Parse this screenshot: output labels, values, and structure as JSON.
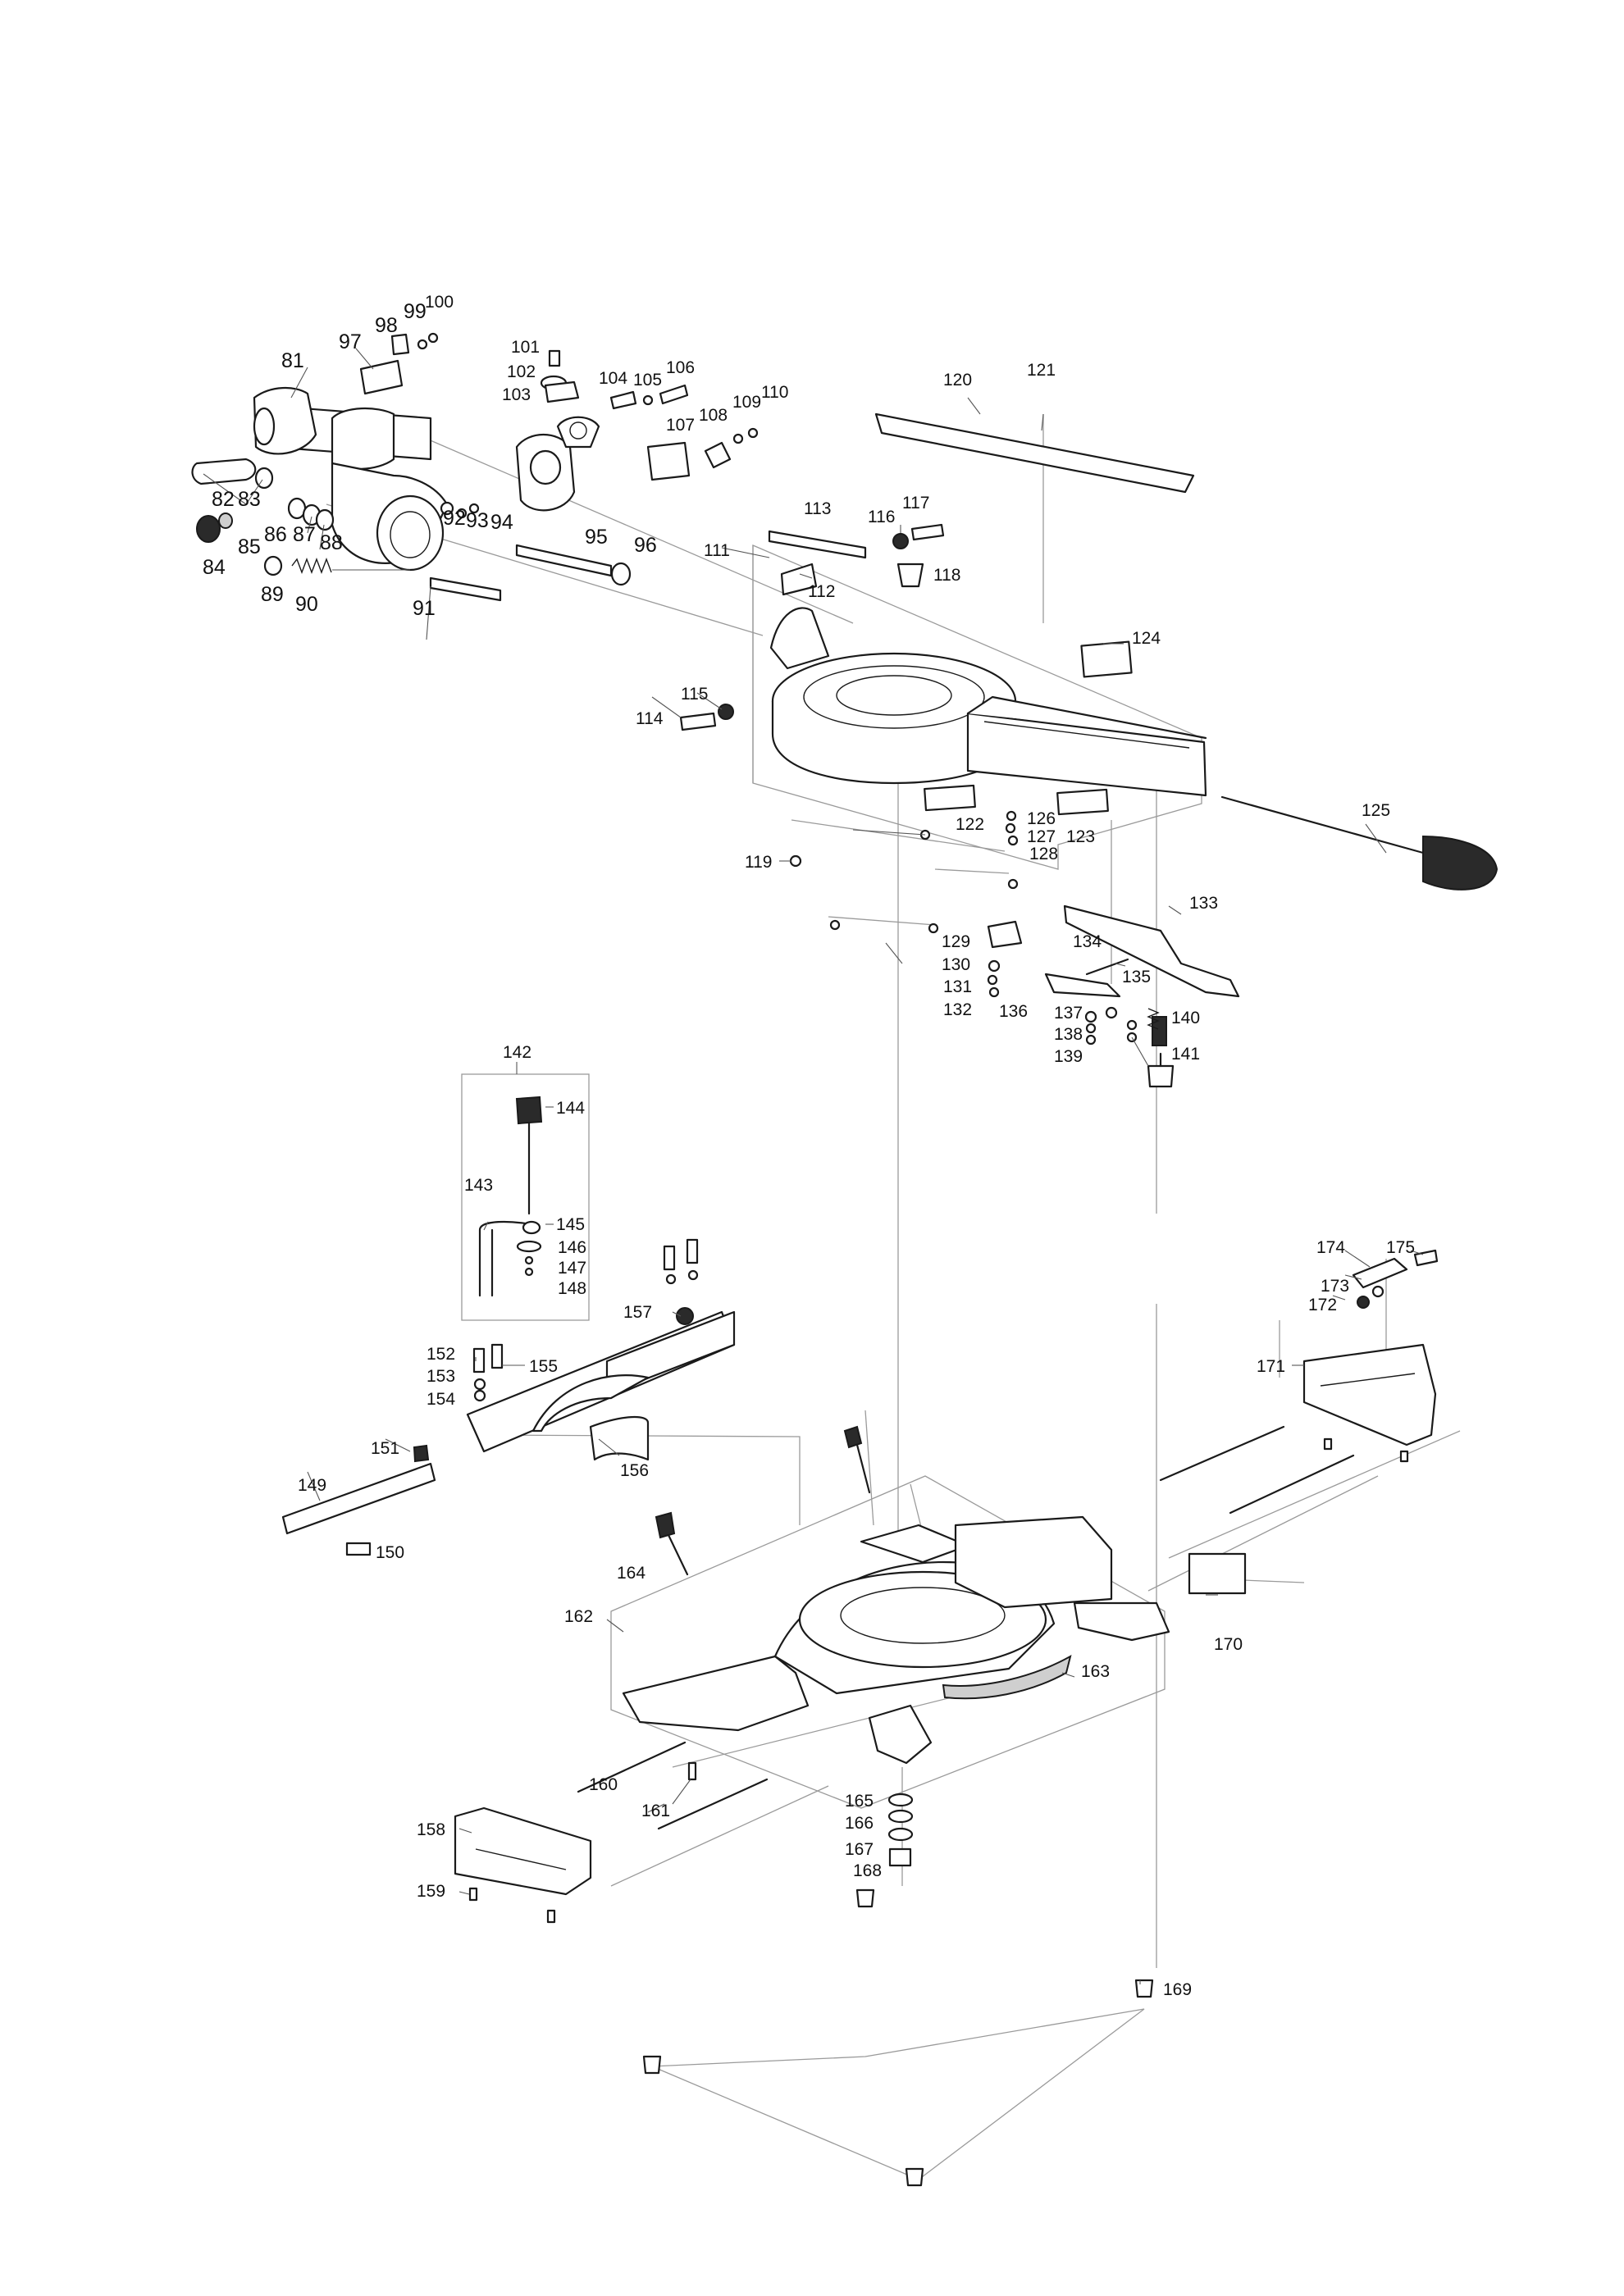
{
  "diagram": {
    "part_numbers": {
      "p81": "81",
      "p82": "82",
      "p83": "83",
      "p84": "84",
      "p85": "85",
      "p86": "86",
      "p87": "87",
      "p88": "88",
      "p89": "89",
      "p90": "90",
      "p91": "91",
      "p92": "92",
      "p93": "93",
      "p94": "94",
      "p95": "95",
      "p96": "96",
      "p97": "97",
      "p98": "98",
      "p99": "99",
      "p100": "100",
      "p101": "101",
      "p102": "102",
      "p103": "103",
      "p104": "104",
      "p105": "105",
      "p106": "106",
      "p107": "107",
      "p108": "108",
      "p109": "109",
      "p110": "110",
      "p111": "111",
      "p112": "112",
      "p113": "113",
      "p114": "114",
      "p115": "115",
      "p116": "116",
      "p117": "117",
      "p118": "118",
      "p119": "119",
      "p120": "120",
      "p121": "121",
      "p122": "122",
      "p123": "123",
      "p124": "124",
      "p125": "125",
      "p126": "126",
      "p127": "127",
      "p128": "128",
      "p129": "129",
      "p130": "130",
      "p131": "131",
      "p132": "132",
      "p133": "133",
      "p134": "134",
      "p135": "135",
      "p136": "136",
      "p137": "137",
      "p138": "138",
      "p139": "139",
      "p140": "140",
      "p141": "141",
      "p142": "142",
      "p143": "143",
      "p144": "144",
      "p145": "145",
      "p146": "146",
      "p147": "147",
      "p148": "148",
      "p149": "149",
      "p150": "150",
      "p151": "151",
      "p152": "152",
      "p153": "153",
      "p154": "154",
      "p155": "155",
      "p156": "156",
      "p157": "157",
      "p158": "158",
      "p159": "159",
      "p160": "160",
      "p161": "161",
      "p162": "162",
      "p163": "163",
      "p164": "164",
      "p165": "165",
      "p166": "166",
      "p167": "167",
      "p168": "168",
      "p169": "169",
      "p170": "170",
      "p171": "171",
      "p172": "172",
      "p173": "173",
      "p174": "174",
      "p175": "175"
    }
  }
}
